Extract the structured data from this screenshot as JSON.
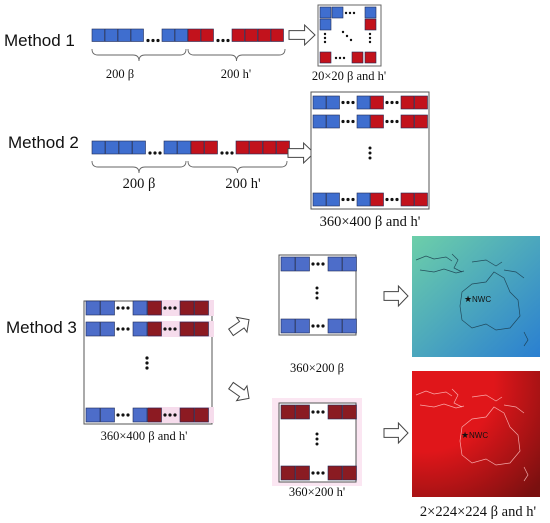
{
  "colors": {
    "blue": "#3f6ecf",
    "red": "#c2121c",
    "blue_dim": "#5b6fb8",
    "red_dim": "#8a1b22",
    "map_green": "#6dcfa9",
    "map_blue": "#2a7fd1",
    "map_red": "#e0161a",
    "map_orange": "#f19022"
  },
  "methods": {
    "method1": {
      "label": "Method 1",
      "beta_caption": "200 β",
      "h_caption": "200 h'",
      "output_caption": "20×20 β and h'"
    },
    "method2": {
      "label": "Method 2",
      "beta_caption": "200 β",
      "h_caption": "200 h'",
      "output_caption": "360×400 β and h'"
    },
    "method3": {
      "label": "Method 3",
      "input_caption": "360×400 β and h'",
      "beta_caption": "360×200 β",
      "h_caption": "360×200 h'",
      "output_caption": "2×224×224 β and h'",
      "station_top": "NWC",
      "station_bottom": "NWC"
    }
  },
  "icons": {
    "ellipsis": "ellipsis-icon",
    "vertical_ellipsis": "vertical-ellipsis-icon",
    "arrow": "hollow-arrow-icon",
    "star": "star-icon"
  }
}
